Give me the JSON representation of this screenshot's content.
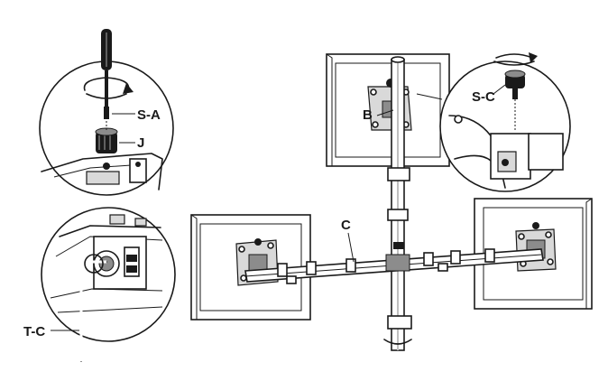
{
  "labels": {
    "s_a": "S-A",
    "j": "J",
    "b": "B",
    "s_c": "S-C",
    "c": "C",
    "t_c": "T-C"
  },
  "colors": {
    "ink": "#1a1a1a",
    "metal": "#8c8c8c",
    "panel": "#d9d9d9",
    "background": "#ffffff"
  }
}
